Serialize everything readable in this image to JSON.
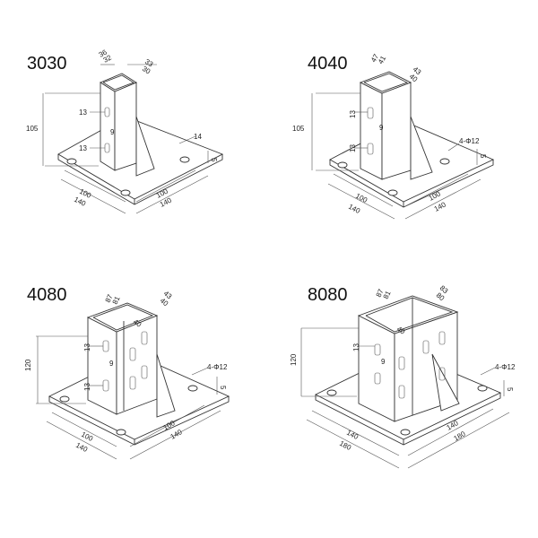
{
  "panels": [
    {
      "model": "3030",
      "top_outer": "36",
      "top_inner": "32",
      "side_outer": "33",
      "side_inner": "30",
      "height": "105",
      "slot_a": "13",
      "slot_b": "9",
      "slot_c": "13",
      "hole": "14",
      "thickness": "5",
      "base_inner_l": "100",
      "base_outer_l": "140",
      "base_inner_r": "100",
      "base_outer_r": "140"
    },
    {
      "model": "4040",
      "top_outer": "47",
      "top_inner": "41",
      "side_outer": "43",
      "side_inner": "40",
      "height": "105",
      "slot_a": "13",
      "slot_b": "9",
      "slot_c": "13",
      "hole": "4-Φ12",
      "thickness": "5",
      "base_inner_l": "100",
      "base_outer_l": "140",
      "base_inner_r": "100",
      "base_outer_r": "140"
    },
    {
      "model": "4080",
      "top_outer": "87",
      "top_inner": "81",
      "side_outer": "43",
      "side_inner": "40",
      "inner_40": "40",
      "height": "120",
      "slot_a": "13",
      "slot_b": "9",
      "slot_c": "13",
      "hole": "4-Φ12",
      "thickness": "5",
      "base_inner_l": "100",
      "base_outer_l": "140",
      "base_inner_r": "100",
      "base_outer_r": "140"
    },
    {
      "model": "8080",
      "top_outer": "87",
      "top_inner": "81",
      "side_outer": "83",
      "side_inner": "80",
      "inner_40": "40",
      "height": "120",
      "slot_a": "13",
      "slot_b": "9",
      "hole": "4-Φ12",
      "thickness": "5",
      "base_inner_l": "140",
      "base_outer_l": "180",
      "base_inner_r": "140",
      "base_outer_r": "180"
    }
  ]
}
